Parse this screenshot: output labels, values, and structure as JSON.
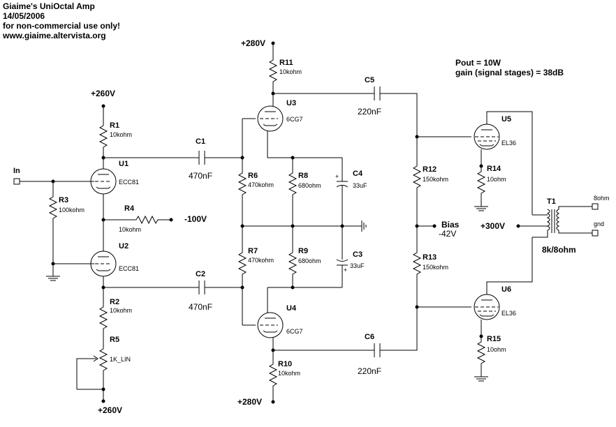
{
  "header": {
    "title": "Giaime's UniOctal Amp",
    "date": "14/05/2006",
    "license": "for non-commercial use only!",
    "url": "www.giaime.altervista.org"
  },
  "specs": {
    "power": "Pout = 10W",
    "gain": "gain (signal stages) = 38dB"
  },
  "rails": {
    "plus280_top": "+280V",
    "plus280_bottom": "+280V",
    "plus260_top": "+260V",
    "plus260_bottom": "+260V",
    "minus100": "-100V",
    "plus300": "+300V",
    "bias": "Bias",
    "bias_value": "-42V"
  },
  "io": {
    "input": "In",
    "out_8ohm": "8ohm",
    "out_gnd": "gnd"
  },
  "resistors": {
    "R1": {
      "ref": "R1",
      "value": "10kohm"
    },
    "R2": {
      "ref": "R2",
      "value": "10kohm"
    },
    "R3": {
      "ref": "R3",
      "value": "100kohm"
    },
    "R4": {
      "ref": "R4",
      "value": "10kohm"
    },
    "R5": {
      "ref": "R5",
      "value": "1K_LIN"
    },
    "R6": {
      "ref": "R6",
      "value": "470kohm"
    },
    "R7": {
      "ref": "R7",
      "value": "470kohm"
    },
    "R8": {
      "ref": "R8",
      "value": "680ohm"
    },
    "R9": {
      "ref": "R9",
      "value": "680ohm"
    },
    "R10": {
      "ref": "R10",
      "value": "10kohm"
    },
    "R11": {
      "ref": "R11",
      "value": "10kohm"
    },
    "R12": {
      "ref": "R12",
      "value": "150kohm"
    },
    "R13": {
      "ref": "R13",
      "value": "150kohm"
    },
    "R14": {
      "ref": "R14",
      "value": "10ohm"
    },
    "R15": {
      "ref": "R15",
      "value": "10ohm"
    }
  },
  "capacitors": {
    "C1": {
      "ref": "C1",
      "value": "470nF"
    },
    "C2": {
      "ref": "C2",
      "value": "470nF"
    },
    "C3": {
      "ref": "C3",
      "value": "33uF"
    },
    "C4": {
      "ref": "C4",
      "value": "33uF"
    },
    "C5": {
      "ref": "C5",
      "value": "220nF"
    },
    "C6": {
      "ref": "C6",
      "value": "220nF"
    }
  },
  "tubes": {
    "U1": {
      "ref": "U1",
      "type": "ECC81"
    },
    "U2": {
      "ref": "U2",
      "type": "ECC81"
    },
    "U3": {
      "ref": "U3",
      "type": "6CG7"
    },
    "U4": {
      "ref": "U4",
      "type": "6CG7"
    },
    "U5": {
      "ref": "U5",
      "type": "EL36"
    },
    "U6": {
      "ref": "U6",
      "type": "EL36"
    }
  },
  "transformer": {
    "ref": "T1",
    "value": "8k/8ohm"
  },
  "polarity": {
    "plus": "+"
  }
}
